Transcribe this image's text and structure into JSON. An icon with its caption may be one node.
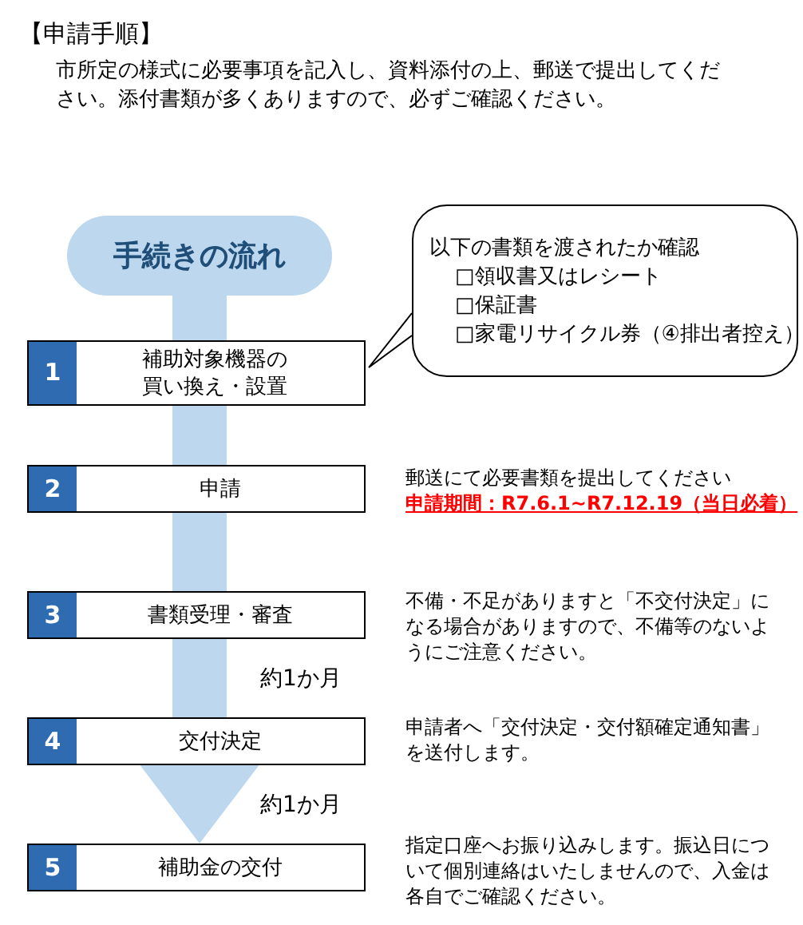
{
  "diagram": {
    "title": "【申請手順】",
    "nodes": [
      {
        "text": [
          "手続きの流れ"
        ]
      },
      {
        "text": [
          "1",
          "補助対象機器の買い換え・設置"
        ]
      },
      {
        "text": [
          "2",
          "申請"
        ],
        "beside": [
          "郵送にて必要書類を提出してください",
          "申請期間：R7.6.1~R7.12.19（当日必着）"
        ]
      },
      {
        "text": [
          "3",
          "書類受理・審査"
        ],
        "beside": [
          "不備・不足がありますと「不交付決定」になる場合がありますので、不備等のないようにご注意ください。"
        ]
      },
      {
        "text": [
          "4",
          "交付決定"
        ],
        "beside": [
          "申請者へ「交付決定・交付額確定通知書」を送付します。"
        ]
      },
      {
        "text": [
          "5",
          "補助金の交付"
        ],
        "beside": [
          "指定口座へお振り込みします。振込日について個別連絡はいたしませんので、入金は各自でご確認ください。"
        ]
      },
      {
        "text": [
          "以下の書類を渡されたか確認",
          "□領収書又はレシート",
          "□保証書",
          "□家電リサイクル券（④排出者控え）"
        ]
      }
    ],
    "edges": [
      {
        "from": 0,
        "to": 1,
        "arrow": "none",
        "style": "thick"
      },
      {
        "from": 1,
        "to": 2,
        "arrow": "none",
        "style": "thick"
      },
      {
        "from": 2,
        "to": 3,
        "arrow": "none",
        "style": "thick"
      },
      {
        "from": 3,
        "to": 4,
        "arrow": "none",
        "style": "thick",
        "label": "約1か月"
      },
      {
        "from": 4,
        "to": 5,
        "arrow": "to",
        "style": "thick",
        "label": "約1か月"
      },
      {
        "from": 6,
        "to": 1,
        "arrow": "none",
        "color": "#000000"
      }
    ],
    "labels": [
      "市所定の様式に必要事項を記入し、資料添付の上、郵送で提出してください。添付書類が多くありますので、必ずご確認ください。"
    ]
  }
}
